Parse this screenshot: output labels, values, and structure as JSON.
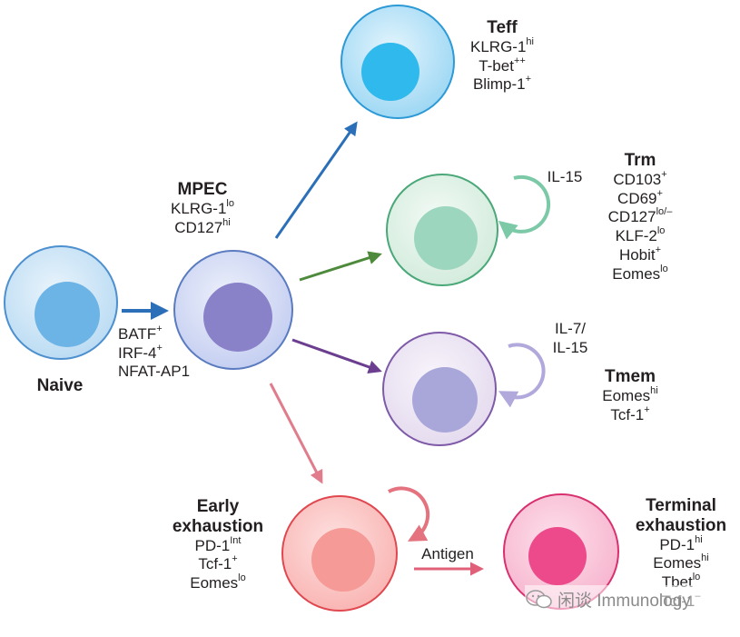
{
  "cells": {
    "naive": {
      "name": "Naive",
      "outer": "#bcdcf3",
      "rim": "#4d90cf",
      "nucleus": "#6cb3e6"
    },
    "mpec": {
      "name": "MPEC",
      "markers": [
        [
          "KLRG-1",
          "lo"
        ],
        [
          "CD127",
          "hi"
        ]
      ],
      "outer": "#c5cff1",
      "rim": "#5b7bc0",
      "nucleus": "#8a82c9"
    },
    "teff": {
      "name": "Teff",
      "markers": [
        [
          "KLRG-1",
          "hi"
        ],
        [
          "T-bet",
          "++"
        ],
        [
          "Blimp-1",
          "+"
        ]
      ],
      "outer": "#9fd8f4",
      "rim": "#2d9ad6",
      "nucleus": "#30b9ec"
    },
    "trm": {
      "name": "Trm",
      "markers": [
        [
          "CD103",
          "+"
        ],
        [
          "CD69",
          "+"
        ],
        [
          "CD127",
          "lo/–"
        ],
        [
          "KLF-2",
          "lo"
        ],
        [
          "Hobit",
          "+"
        ],
        [
          "Eomes",
          "lo"
        ]
      ],
      "outer": "#d4ecdd",
      "rim": "#4aa878",
      "nucleus": "#9dd6bf",
      "cytokine": "IL-15"
    },
    "tmem": {
      "name": "Tmem",
      "markers": [
        [
          "Eomes",
          "hi"
        ],
        [
          "Tcf-1",
          "+"
        ]
      ],
      "outer": "#e5dcef",
      "rim": "#7e5aa8",
      "nucleus": "#a9a6da",
      "cytokine": "IL-7/\nIL-15"
    },
    "early": {
      "name": "Early\nexhaustion",
      "markers": [
        [
          "PD-1",
          "Int"
        ],
        [
          "Tcf-1",
          "+"
        ],
        [
          "Eomes",
          "lo"
        ]
      ],
      "outer": "#f9b6b4",
      "rim": "#e0474f",
      "nucleus": "#f59a96"
    },
    "terminal": {
      "name": "Terminal\nexhaustion",
      "markers": [
        [
          "PD-1",
          "hi"
        ],
        [
          "Eomes",
          "hi"
        ],
        [
          "Tbet",
          "lo"
        ],
        [
          "Tcf-1",
          "–"
        ]
      ],
      "outer": "#f7b6cf",
      "rim": "#d8306e",
      "nucleus": "#ec4a8a"
    }
  },
  "transcription_factors": [
    [
      "BATF",
      "+"
    ],
    [
      "IRF-4",
      "+"
    ],
    [
      "NFAT-AP1",
      ""
    ]
  ],
  "antigen_label": "Antigen",
  "watermark": "闲谈 Immunology",
  "colors": {
    "arrow_naive": "#2a6fb8",
    "arrow_teff": "#2a6fb8",
    "arrow_trm": "#4e8a3c",
    "arrow_tmem": "#6b3e8f",
    "arrow_early": "#e07c8c",
    "arrow_antigen": "#e0607a",
    "loop_trm": "#7cc9a8",
    "loop_tmem": "#b1a9dc",
    "loop_early": "#e4737f",
    "text": "#231f20"
  }
}
